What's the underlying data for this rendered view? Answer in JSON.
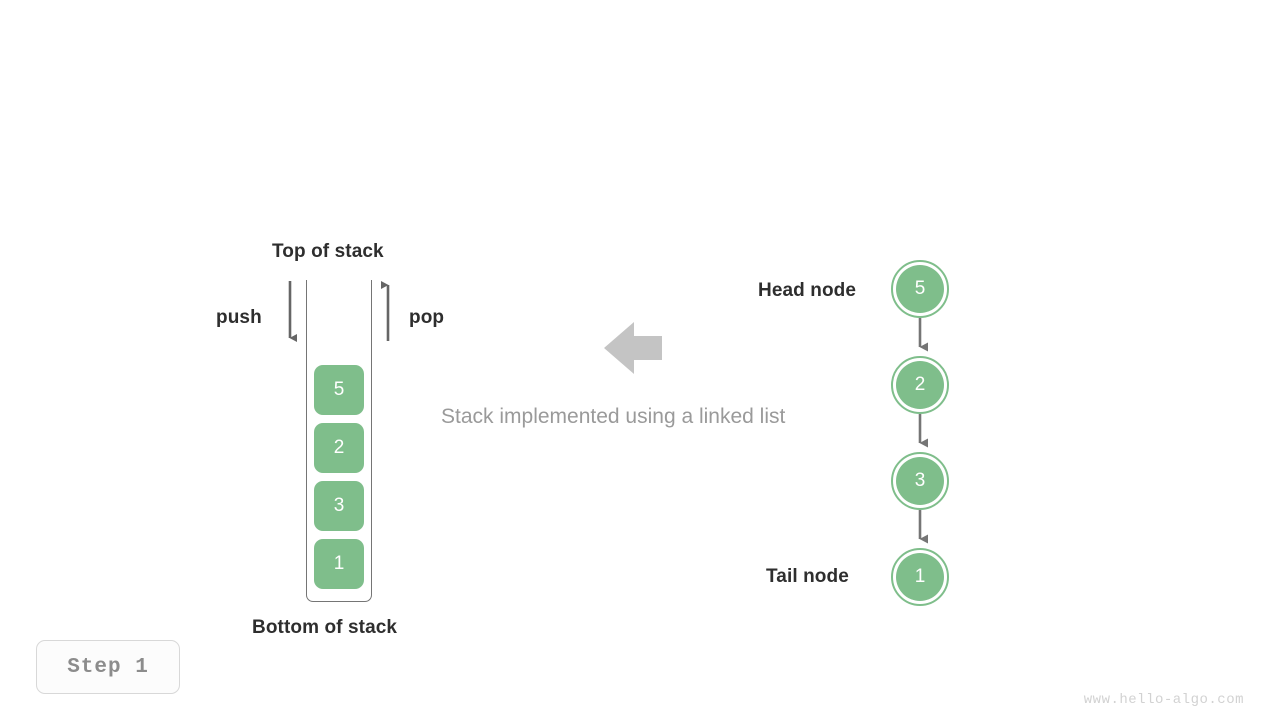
{
  "page": {
    "background": "#ffffff",
    "watermark": "www.hello-algo.com"
  },
  "theme": {
    "green": "#7fbe8b",
    "arrow_gray": "#666666",
    "block_arrow_gray": "#c4c4c4",
    "text_dark": "#2e2e2e",
    "text_muted": "#9a9a9a",
    "border_gray": "#757575"
  },
  "step_badge": {
    "label": "Step 1"
  },
  "caption": {
    "text": "Stack implemented using a linked list"
  },
  "transform_arrow": {
    "icon": "arrow-left-block-icon",
    "direction": "left"
  },
  "stack": {
    "top_label": "Top of stack",
    "bottom_label": "Bottom of stack",
    "push_label": "push",
    "pop_label": "pop",
    "push_arrow_icon": "arrow-down-icon",
    "pop_arrow_icon": "arrow-up-icon",
    "cells": [
      {
        "value": "5"
      },
      {
        "value": "2"
      },
      {
        "value": "3"
      },
      {
        "value": "1"
      }
    ]
  },
  "linked_list": {
    "head_label": "Head node",
    "tail_label": "Tail node",
    "link_arrow_icon": "arrow-down-icon",
    "nodes": [
      {
        "value": "5",
        "role": "head"
      },
      {
        "value": "2",
        "role": "middle"
      },
      {
        "value": "3",
        "role": "middle"
      },
      {
        "value": "1",
        "role": "tail"
      }
    ]
  }
}
